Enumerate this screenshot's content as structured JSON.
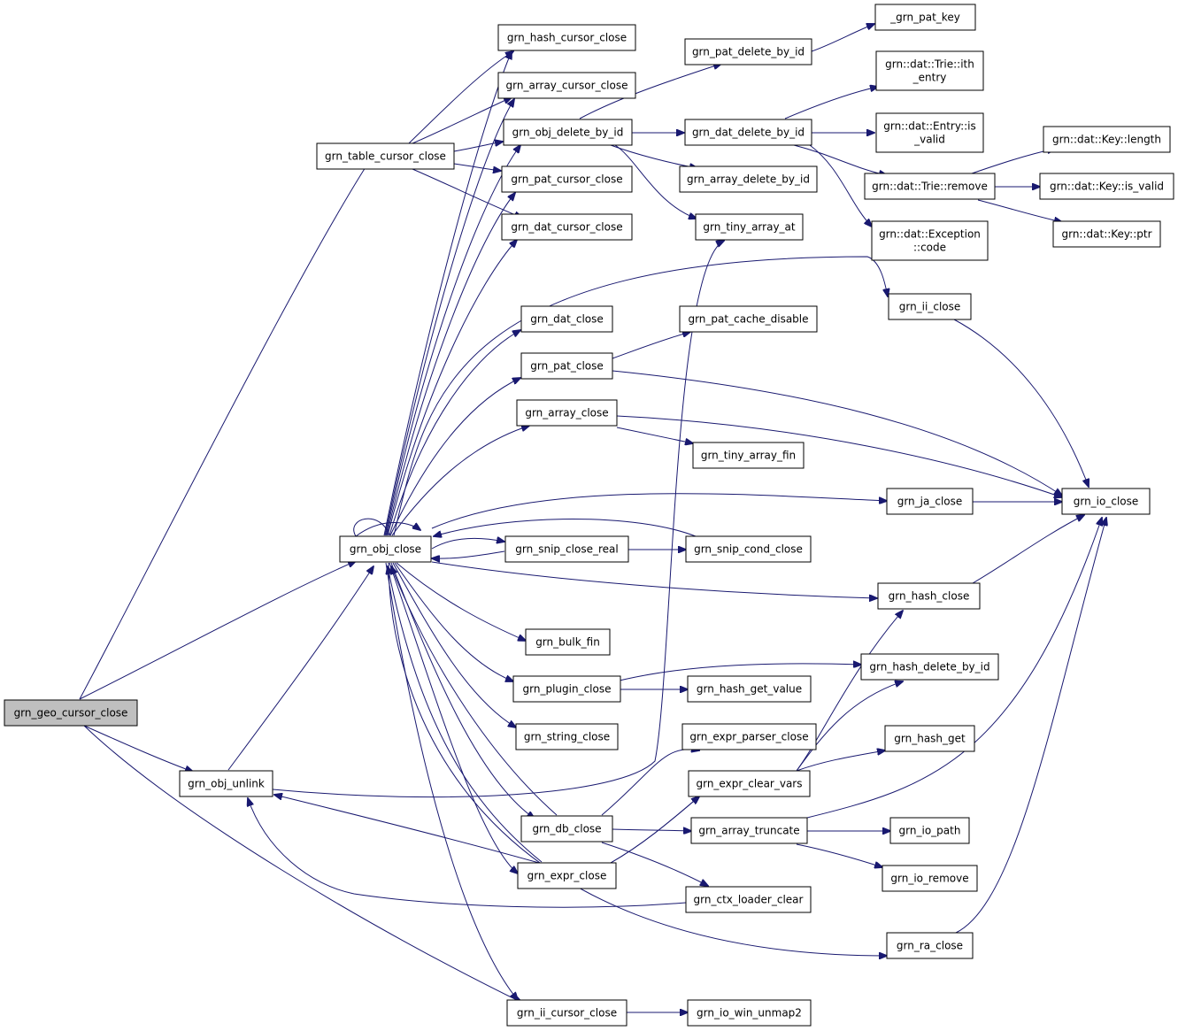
{
  "graph": {
    "edge_color": "#191970",
    "root_fill": "#bfbfbf",
    "nodes": [
      {
        "id": "geo",
        "lines": [
          "grn_geo_cursor_close"
        ],
        "root": true
      },
      {
        "id": "table_cursor",
        "lines": [
          "grn_table_cursor_close"
        ]
      },
      {
        "id": "obj_close",
        "lines": [
          "grn_obj_close"
        ]
      },
      {
        "id": "obj_unlink",
        "lines": [
          "grn_obj_unlink"
        ]
      },
      {
        "id": "hash_cursor",
        "lines": [
          "grn_hash_cursor_close"
        ]
      },
      {
        "id": "array_cursor",
        "lines": [
          "grn_array_cursor_close"
        ]
      },
      {
        "id": "obj_delete",
        "lines": [
          "grn_obj_delete_by_id"
        ]
      },
      {
        "id": "pat_cursor",
        "lines": [
          "grn_pat_cursor_close"
        ]
      },
      {
        "id": "dat_cursor",
        "lines": [
          "grn_dat_cursor_close"
        ]
      },
      {
        "id": "dat_close",
        "lines": [
          "grn_dat_close"
        ]
      },
      {
        "id": "pat_close",
        "lines": [
          "grn_pat_close"
        ]
      },
      {
        "id": "array_close",
        "lines": [
          "grn_array_close"
        ]
      },
      {
        "id": "snip_close_real",
        "lines": [
          "grn_snip_close_real"
        ]
      },
      {
        "id": "bulk_fin",
        "lines": [
          "grn_bulk_fin"
        ]
      },
      {
        "id": "plugin_close",
        "lines": [
          "grn_plugin_close"
        ]
      },
      {
        "id": "string_close",
        "lines": [
          "grn_string_close"
        ]
      },
      {
        "id": "db_close",
        "lines": [
          "grn_db_close"
        ]
      },
      {
        "id": "expr_close",
        "lines": [
          "grn_expr_close"
        ]
      },
      {
        "id": "ii_cursor",
        "lines": [
          "grn_ii_cursor_close"
        ]
      },
      {
        "id": "pat_delete",
        "lines": [
          "grn_pat_delete_by_id"
        ]
      },
      {
        "id": "dat_delete",
        "lines": [
          "grn_dat_delete_by_id"
        ]
      },
      {
        "id": "array_delete",
        "lines": [
          "grn_array_delete_by_id"
        ]
      },
      {
        "id": "tiny_at",
        "lines": [
          "grn_tiny_array_at"
        ]
      },
      {
        "id": "pat_cache",
        "lines": [
          "grn_pat_cache_disable"
        ]
      },
      {
        "id": "tiny_fin",
        "lines": [
          "grn_tiny_array_fin"
        ]
      },
      {
        "id": "snip_cond",
        "lines": [
          "grn_snip_cond_close"
        ]
      },
      {
        "id": "hash_get_value",
        "lines": [
          "grn_hash_get_value"
        ]
      },
      {
        "id": "expr_parser",
        "lines": [
          "grn_expr_parser_close"
        ]
      },
      {
        "id": "expr_clear",
        "lines": [
          "grn_expr_clear_vars"
        ]
      },
      {
        "id": "array_truncate",
        "lines": [
          "grn_array_truncate"
        ]
      },
      {
        "id": "ctx_loader",
        "lines": [
          "grn_ctx_loader_clear"
        ]
      },
      {
        "id": "io_win",
        "lines": [
          "grn_io_win_unmap2"
        ]
      },
      {
        "id": "pat_key",
        "lines": [
          "_grn_pat_key"
        ]
      },
      {
        "id": "trie_ith",
        "lines": [
          "grn::dat::Trie::ith",
          "_entry"
        ]
      },
      {
        "id": "entry_valid",
        "lines": [
          "grn::dat::Entry::is",
          "_valid"
        ]
      },
      {
        "id": "trie_remove",
        "lines": [
          "grn::dat::Trie::remove"
        ]
      },
      {
        "id": "exc_code",
        "lines": [
          "grn::dat::Exception",
          "::code"
        ]
      },
      {
        "id": "ii_close",
        "lines": [
          "grn_ii_close"
        ]
      },
      {
        "id": "ja_close",
        "lines": [
          "grn_ja_close"
        ]
      },
      {
        "id": "hash_close",
        "lines": [
          "grn_hash_close"
        ]
      },
      {
        "id": "hash_delete",
        "lines": [
          "grn_hash_delete_by_id"
        ]
      },
      {
        "id": "hash_get",
        "lines": [
          "grn_hash_get"
        ]
      },
      {
        "id": "io_path",
        "lines": [
          "grn_io_path"
        ]
      },
      {
        "id": "io_remove",
        "lines": [
          "grn_io_remove"
        ]
      },
      {
        "id": "ra_close",
        "lines": [
          "grn_ra_close"
        ]
      },
      {
        "id": "key_length",
        "lines": [
          "grn::dat::Key::length"
        ]
      },
      {
        "id": "key_valid",
        "lines": [
          "grn::dat::Key::is_valid"
        ]
      },
      {
        "id": "key_ptr",
        "lines": [
          "grn::dat::Key::ptr"
        ]
      },
      {
        "id": "io_close",
        "lines": [
          "grn_io_close"
        ]
      }
    ]
  }
}
